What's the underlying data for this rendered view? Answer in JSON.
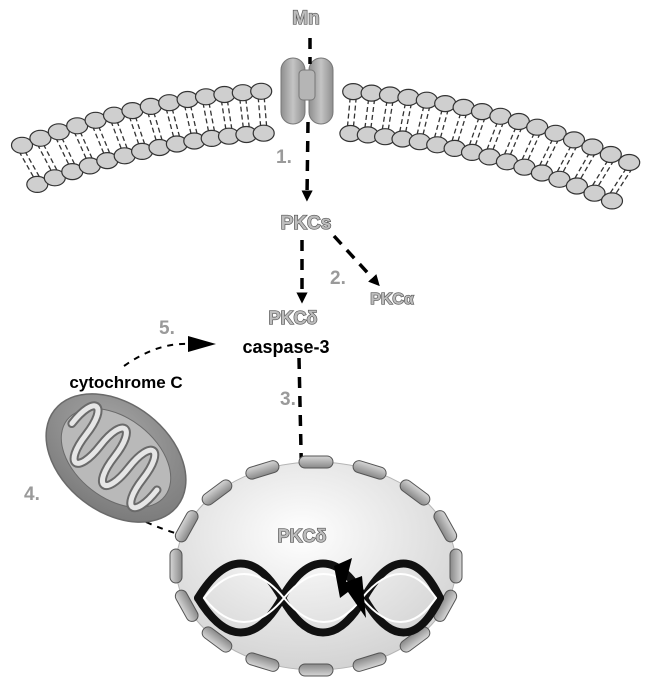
{
  "labels": {
    "mn": "Mn",
    "pkcs": "PKCs",
    "pkc_alpha": "PKCα",
    "pkc_delta_cyto": "PKCδ",
    "caspase": "caspase-3",
    "cytochrome": "cytochrome C",
    "pkc_delta_nucleus": "PKCδ"
  },
  "steps": {
    "s1": "1.",
    "s2": "2.",
    "s3": "3.",
    "s4": "4.",
    "s5": "5."
  },
  "colors": {
    "lipid_head": "#cfcfcf",
    "channel": "#a8a8a8",
    "mitochondrion": "#8e8e8e",
    "nucleus": "#e3e3e3",
    "step_label": "#9a9a9a"
  }
}
